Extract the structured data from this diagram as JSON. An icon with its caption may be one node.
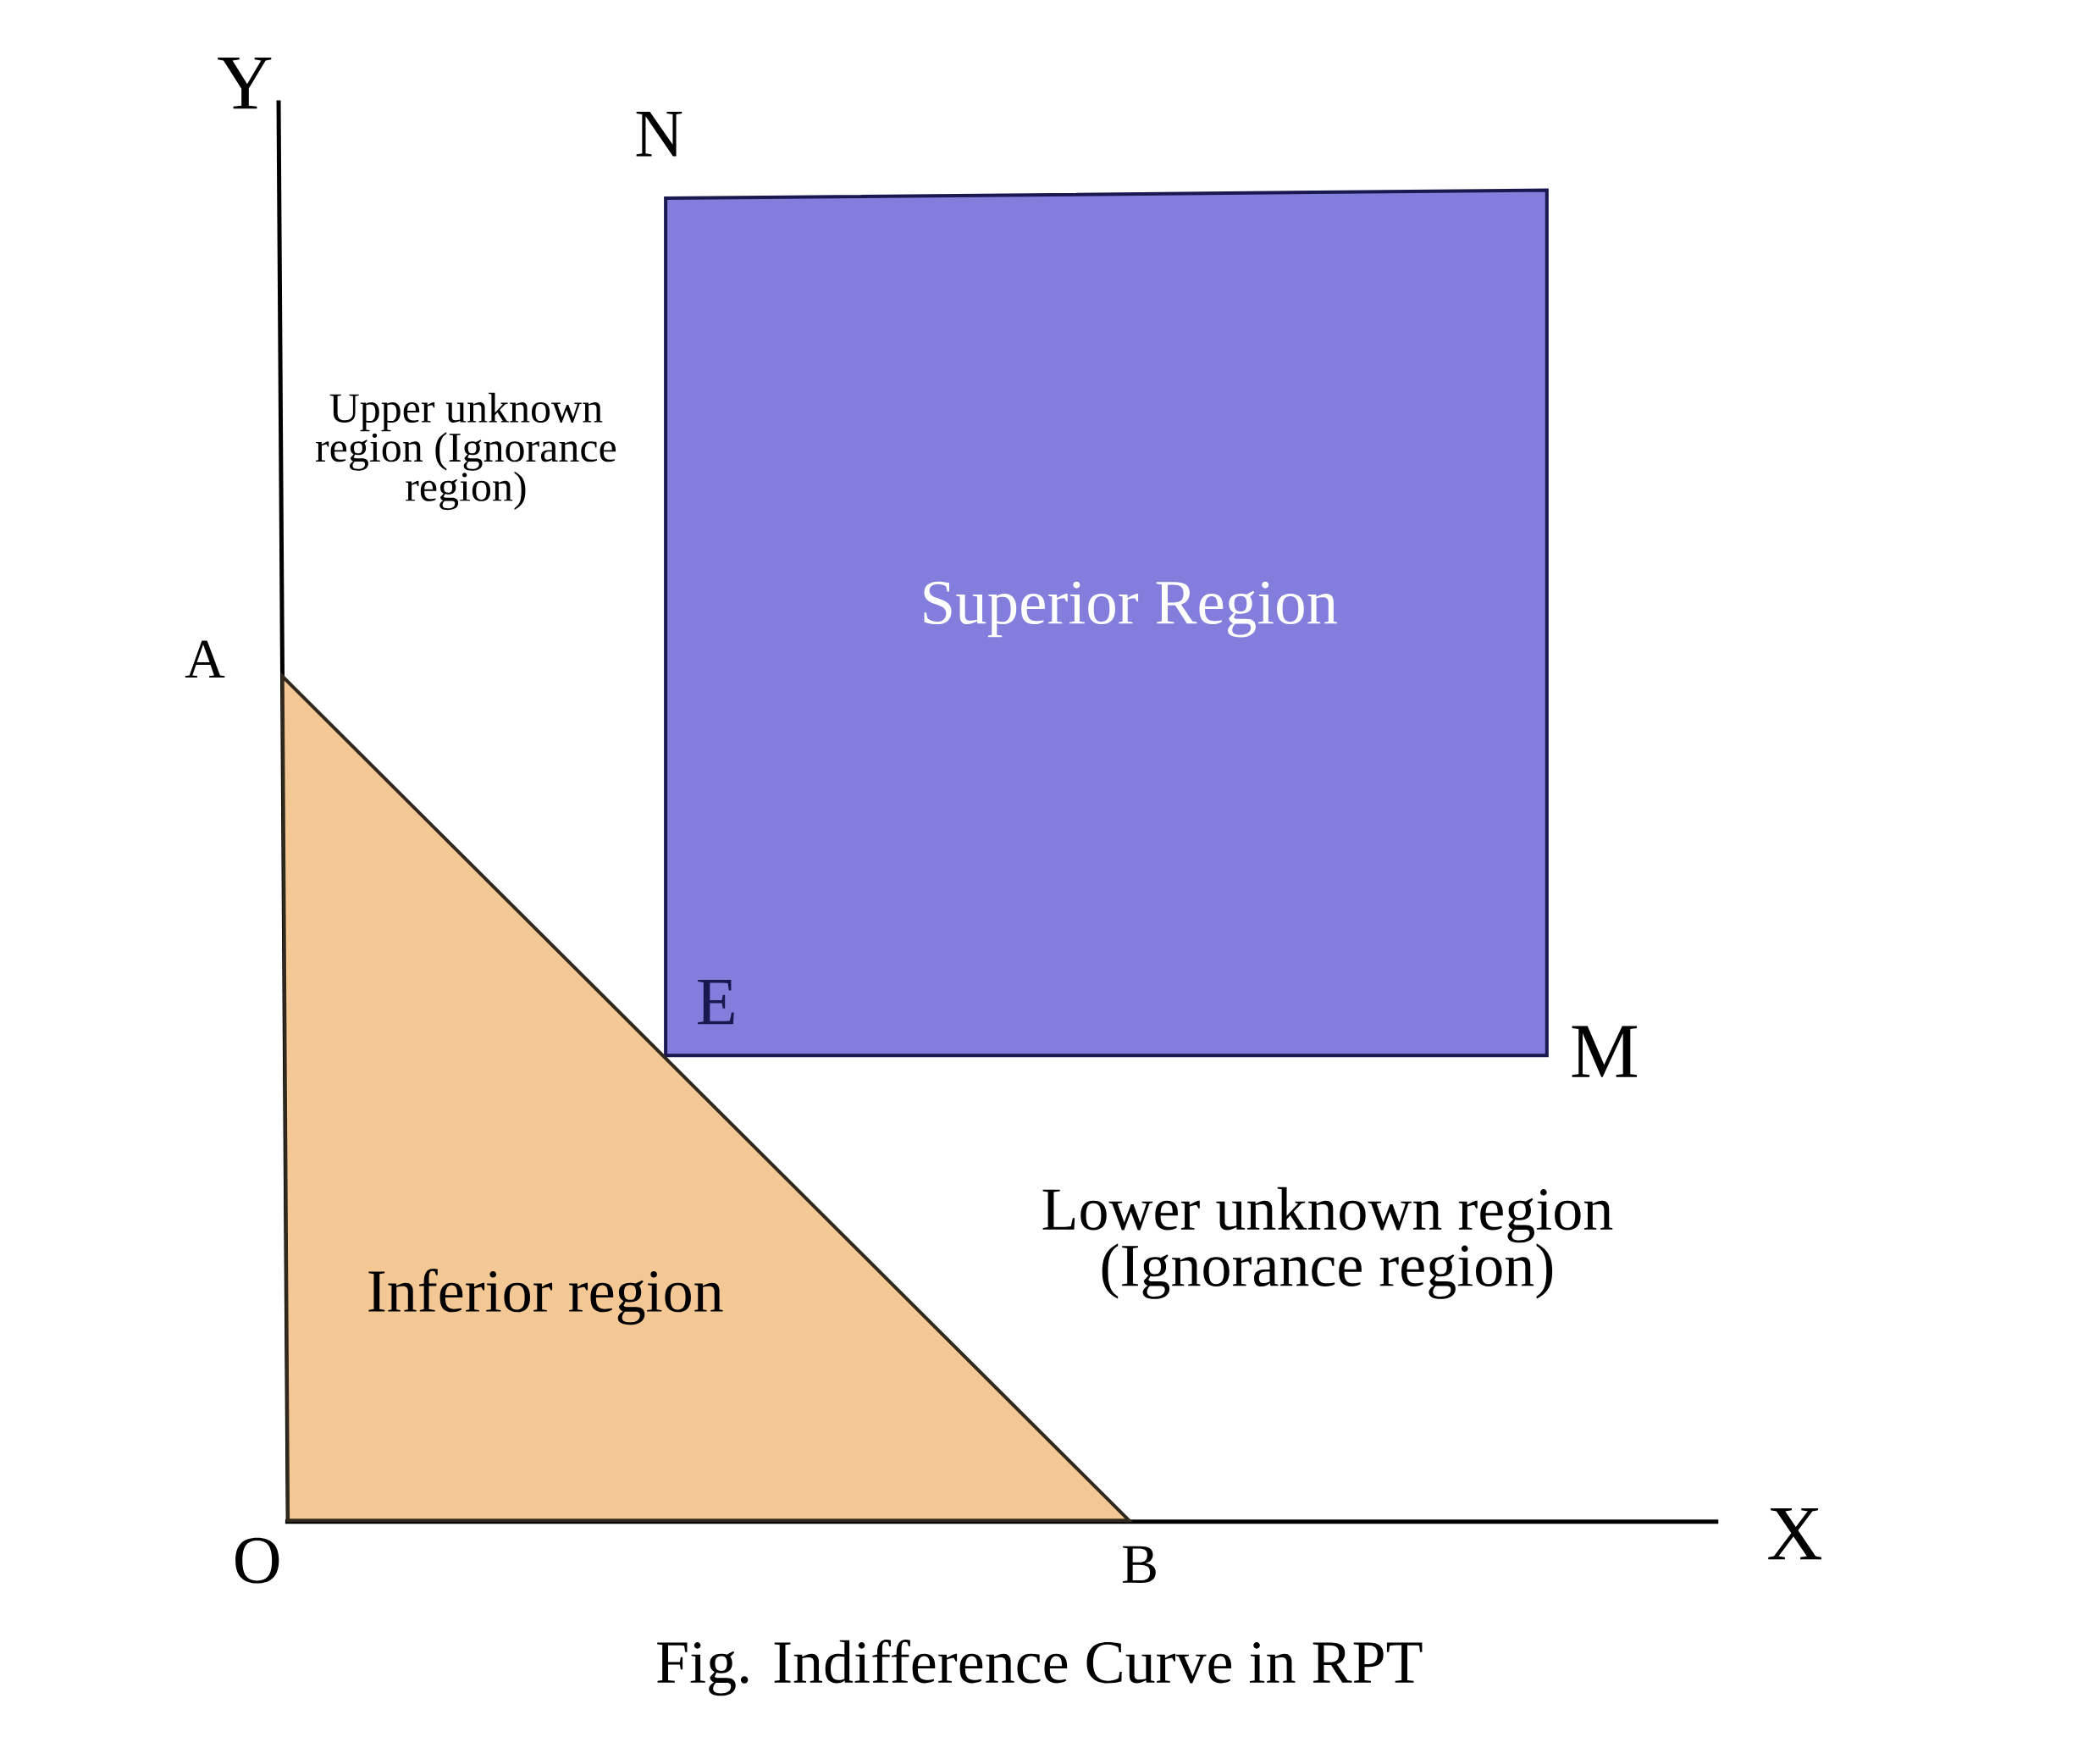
{
  "diagram": {
    "caption": "Fig. Indifference Curve in RPT",
    "nodes": [
      {
        "text": [
          "Superior Region"
        ]
      },
      {
        "text": [
          "Inferior region"
        ]
      }
    ],
    "labels": [
      "Y",
      "N",
      "Upper unknown region (Ignorance region)",
      "A",
      "E",
      "M",
      "Lower unknown region (Ignorance region)",
      "X",
      "O",
      "B"
    ]
  }
}
